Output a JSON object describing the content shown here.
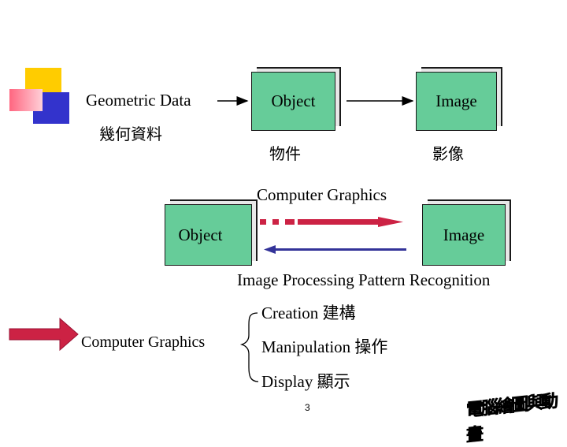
{
  "top_row": {
    "geometric_data_en": "Geometric Data",
    "geometric_data_zh": "幾何資料",
    "object_box_label": "Object",
    "object_zh": "物件",
    "image_box_label": "Image",
    "image_zh": "影像"
  },
  "middle": {
    "computer_graphics_label": "Computer Graphics",
    "object_box_label": "Object",
    "image_box_label": "Image",
    "ip_pr_label": "Image Processing Pattern Recognition"
  },
  "bottom": {
    "computer_graphics_label": "Computer Graphics",
    "items": [
      {
        "text": "Creation 建構"
      },
      {
        "text": "Manipulation 操作"
      },
      {
        "text": "Display 顯示"
      }
    ]
  },
  "page_number": "3",
  "logo_text": "電腦繪圖與動畫",
  "colors": {
    "box_fill": "#66cc99",
    "red_arrow": "#cc2244",
    "blue_arrow": "#333399",
    "deco_yellow": "#ffcc00",
    "deco_blue": "#3333cc",
    "deco_pink": "#ff6680"
  }
}
